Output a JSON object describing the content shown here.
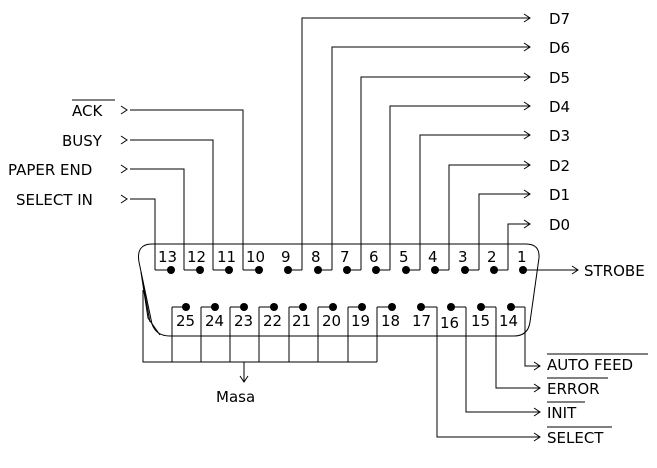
{
  "pins_top": [
    "13",
    "12",
    "11",
    "10",
    "9",
    "8",
    "7",
    "6",
    "5",
    "4",
    "3",
    "2",
    "1"
  ],
  "pins_bottom": [
    "25",
    "24",
    "23",
    "22",
    "21",
    "20",
    "19",
    "18",
    "17",
    "16",
    "15",
    "14"
  ],
  "data_lines": [
    "D7",
    "D6",
    "D5",
    "D4",
    "D3",
    "D2",
    "D1",
    "D0"
  ],
  "left_signals": [
    {
      "text": "ACK",
      "overline": true
    },
    {
      "text": "BUSY",
      "overline": false
    },
    {
      "text": "PAPER END",
      "overline": false
    },
    {
      "text": "SELECT IN",
      "overline": false
    }
  ],
  "strobe": "STROBE",
  "right_signals": [
    {
      "text": "AUTO FEED",
      "overline": true
    },
    {
      "text": "ERROR",
      "overline": true
    },
    {
      "text": "INIT",
      "overline": true
    },
    {
      "text": "SELECT",
      "overline": true
    }
  ],
  "ground": "Masa"
}
